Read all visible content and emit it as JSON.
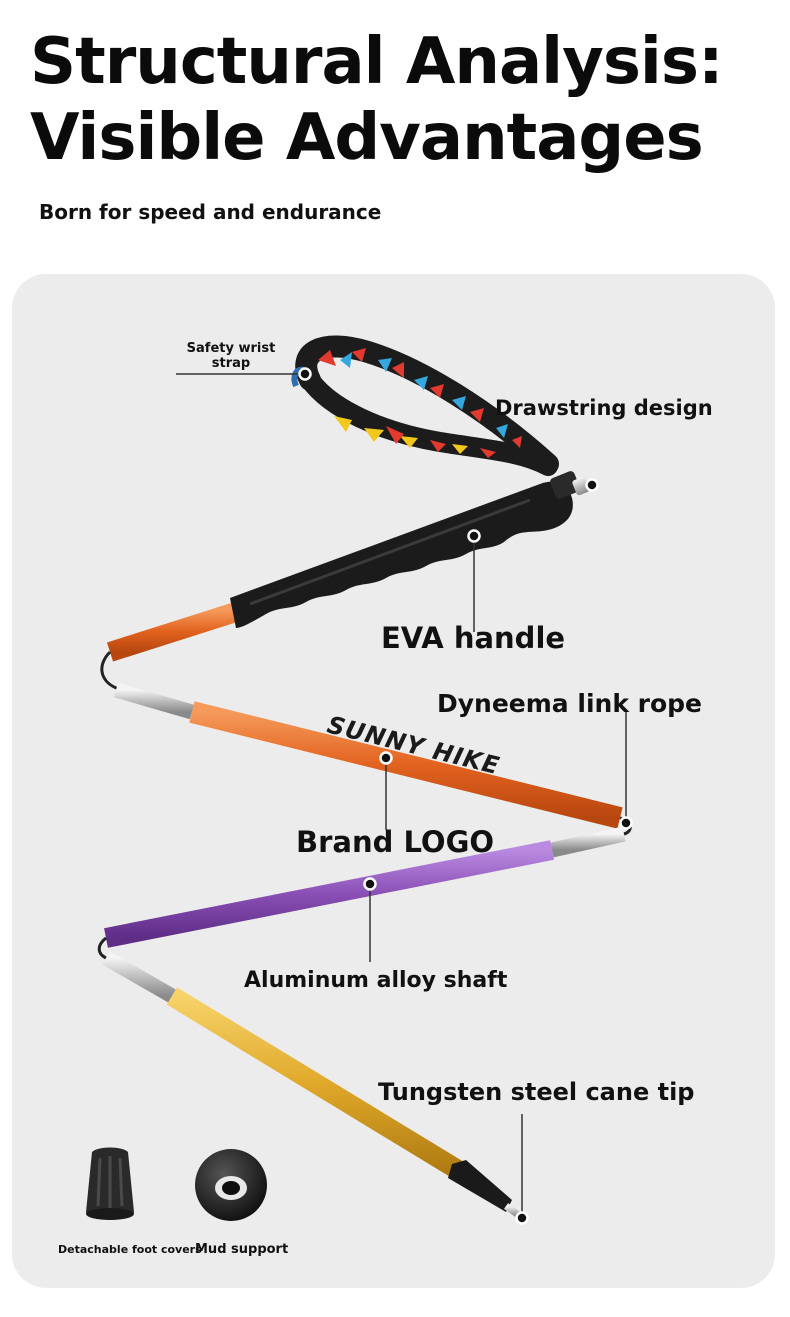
{
  "header": {
    "title_line1": "Structural Analysis:",
    "title_line2": "Visible Advantages",
    "subtitle": "Born for speed and endurance"
  },
  "callouts": {
    "wrist_strap": "Safety wrist strap",
    "drawstring": "Drawstring design",
    "eva_handle": "EVA handle",
    "link_rope": "Dyneema link rope",
    "brand_logo": "Brand LOGO",
    "shaft": "Aluminum alloy shaft",
    "tip": "Tungsten steel cane tip"
  },
  "pole": {
    "brand_print": "SUNNY HIKE"
  },
  "accessories": {
    "foot_cover": "Detachable foot covers",
    "mud_support": "Mud support"
  },
  "colors": {
    "panel": "#ececec",
    "orange_section": "#e66a2a",
    "purple_section": "#8a4fb5",
    "gold_section": "#e0a92a",
    "handle": "#1a1a1a"
  }
}
